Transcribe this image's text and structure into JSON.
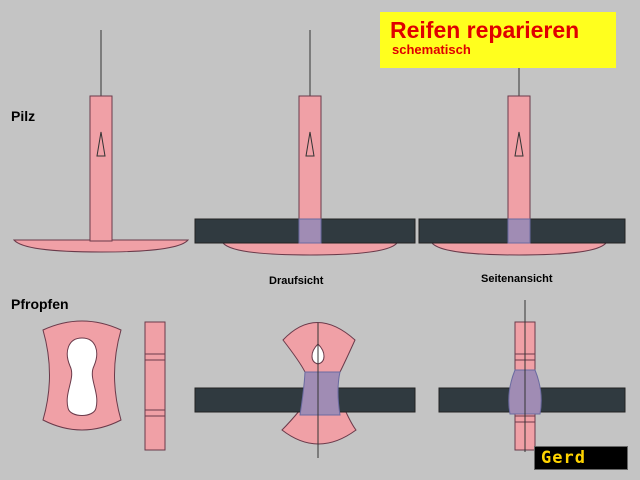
{
  "title": "Reifen reparieren",
  "subtitle": "schematisch",
  "labels": {
    "pilz": "Pilz",
    "pfropfen": "Pfropfen",
    "draufsicht": "Draufsicht",
    "seitenansicht": "Seitenansicht"
  },
  "logo": "Gerd",
  "colors": {
    "background": "#c4c4c4",
    "plug_fill": "#f0a0a6",
    "tire_fill": "#303a40",
    "overlap_fill": "#a08cb4",
    "title_box": "#ffff1e",
    "title_text": "#e00000"
  }
}
